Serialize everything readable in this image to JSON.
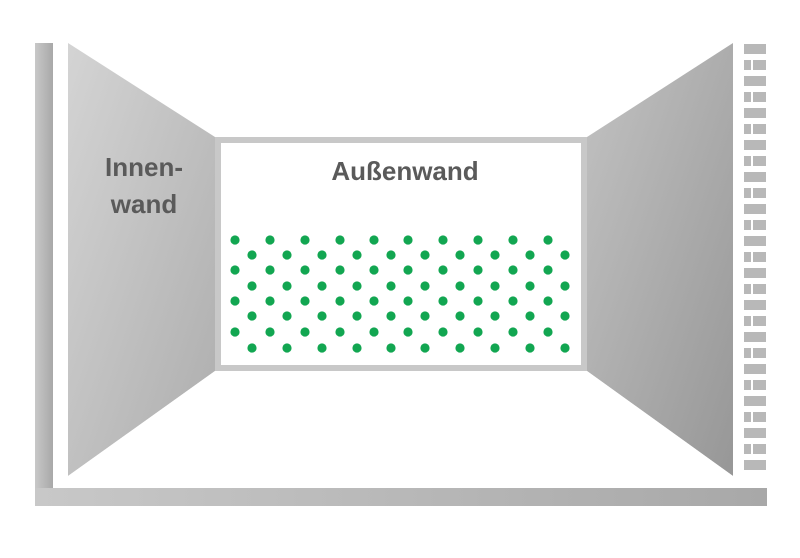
{
  "labels": {
    "inner_wall_line1": "Innen-",
    "inner_wall_line2": "wand",
    "outer_wall": "Außenwand"
  },
  "colors": {
    "frame": "#c4c4c4",
    "left_wall_light": "#d0d0d0",
    "left_wall_dark": "#b0b0b0",
    "right_wall_light": "#bdbdbd",
    "right_wall_dark": "#9a9a9a",
    "back_wall": "#ffffff",
    "floor": "#ffffff",
    "dots": "#12a651",
    "text": "#5a5a5a",
    "brick": "#b8b8b8"
  },
  "icons": {
    "brick_column": "brick-wall-icon",
    "dot_pattern": "moisture-dots-pattern"
  }
}
